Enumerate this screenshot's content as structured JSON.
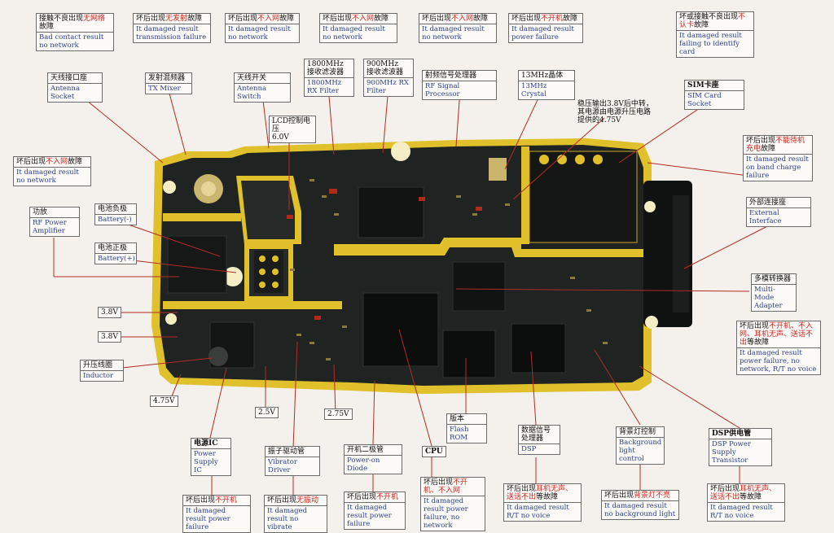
{
  "labels": {
    "bad_contact": {
      "cn_a": "接触不良出现",
      "cn_red": "无网络",
      "cn_b": "故障",
      "en": "Bad contact result no network"
    },
    "antenna_socket": {
      "cn": "天线接口座",
      "en": "Antenna Socket"
    },
    "tx_fault": {
      "cn_a": "坏后出现",
      "cn_red": "无发射",
      "cn_b": "故障",
      "en": "It damaged result transmission failure"
    },
    "tx_mixer": {
      "cn": "发射混频器",
      "en": "TX Mixer"
    },
    "antenna_fault": {
      "cn_a": "坏后出现",
      "cn_red": "不入网",
      "cn_b": "故障",
      "en": "It damaged result no network"
    },
    "antenna_switch": {
      "cn": "天线开关",
      "en": "Antenna Switch"
    },
    "rx_fault": {
      "cn_a": "坏后出现",
      "cn_red": "不入网",
      "cn_b": "故障",
      "en": "It damaged result no network"
    },
    "rx1800": {
      "cn1": "1800MHz",
      "cn2": "接收滤波器",
      "en": "1800MHz RX Filter"
    },
    "rx900": {
      "cn1": "900MHz",
      "cn2": "接收滤波器",
      "en": "900MHz RX Filter"
    },
    "rfsp_fault": {
      "cn_a": "坏后出现",
      "cn_red": "不入网",
      "cn_b": "故障",
      "en": "It damaged result no network"
    },
    "rfsp": {
      "cn": "射频信号处理器",
      "en": "RF Signal Processor"
    },
    "crystal_fault": {
      "cn_a": "坏后出现",
      "cn_red": "不开机",
      "cn_b": "故障",
      "en": "It damaged result power failure"
    },
    "crystal": {
      "cn": "13MHz晶体",
      "en": "13MHz Crystal"
    },
    "sim_fault": {
      "cn_a": "坏或接触不良出现",
      "cn_red": "不认卡",
      "cn_b": "故障",
      "en": "It damaged result failing to identify card"
    },
    "sim": {
      "cn": "SIM卡座",
      "en": "SIM Card Socket"
    },
    "lcd": {
      "cn": "LCD控制电压",
      "v": "6.0V"
    },
    "boost_note": "稳压输出3.8V后中转，其电源由电源升压电路提供的4.75V",
    "pa_fault": {
      "cn_a": "坏后出现",
      "cn_red": "不入网",
      "cn_b": "故障",
      "en": "It damaged result no network"
    },
    "pa": {
      "cn": "功放",
      "en": "RF Power Amplifier"
    },
    "batt_neg": {
      "cn": "电池负极",
      "en": "Battery(-)"
    },
    "batt_pos": {
      "cn": "电池正极",
      "en": "Battery(+)"
    },
    "charge_fault": {
      "cn_a": "坏后出现",
      "cn_red": "不能待机充电",
      "cn_b": "故障",
      "en": "It damaged result on band charge failure"
    },
    "ext": {
      "cn": "外部连接座",
      "en": "External Interface"
    },
    "mma": {
      "cn": "多模转换器",
      "en": "Multi-Mode Adapter"
    },
    "mma_fault": {
      "cn_a": "坏后出现",
      "cn_red": "不开机、不入网、耳机无声、送话不出",
      "cn_b": "等故障",
      "en": "It damaged result power failure, no network, R/T no voice"
    },
    "v38a": "3.8V",
    "v38b": "3.8V",
    "inductor": {
      "cn": "升压线圈",
      "en": "Inductor"
    },
    "v475": "4.75V",
    "v25": "2.5V",
    "v275": "2.75V",
    "psic": {
      "cn": "电源IC",
      "en": "Power Supply IC"
    },
    "vib": {
      "cn": "振子驱动管",
      "en": "Vibrator Driver"
    },
    "pdiode": {
      "cn": "开机二极管",
      "en": "Power-on Diode"
    },
    "cpu": "CPU",
    "flash": {
      "cn": "版本",
      "en": "Flash ROM"
    },
    "dsp": {
      "cn": "数据信号处理器",
      "en": "DSP"
    },
    "bl": {
      "cn": "背景灯控制",
      "en": "Background light control"
    },
    "dspt": {
      "cn": "DSP供电管",
      "en": "DSP Power Supply Transistor"
    },
    "psic_fault": {
      "cn_a": "坏后出现",
      "cn_red": "不开机",
      "cn_b": "",
      "en": "It damaged result power failure"
    },
    "vib_fault": {
      "cn_a": "坏后出现",
      "cn_red": "无振动",
      "cn_b": "",
      "en": "It damaged result no vibrate"
    },
    "pdiode_fault": {
      "cn_a": "坏后出现",
      "cn_red": "不开机",
      "cn_b": "",
      "en": "It damaged result power failure"
    },
    "cpu_fault": {
      "cn_a": "坏后出现",
      "cn_red": "不开机、不入网",
      "cn_b": "",
      "en": "It damaged result power failure, no network"
    },
    "dsp_fault": {
      "cn_a": "坏后出现",
      "cn_red": "耳机无声、送话不出",
      "cn_b": "等故障",
      "en": "It damaged result R/T no voice"
    },
    "bl_fault": {
      "cn_a": "坏后出现",
      "cn_red": "背景灯不亮",
      "cn_b": "",
      "en": "It damaged result no background light"
    },
    "dspt_fault": {
      "cn_a": "坏后出现",
      "cn_red": "耳机无声、送话不出",
      "cn_b": "等故障",
      "en": "It damaged result R/T no voice"
    }
  },
  "colors": {
    "board": "#1f2422",
    "gold": "#e0c12b",
    "accent": "#d2231e",
    "en_text": "#2a3f8f"
  }
}
